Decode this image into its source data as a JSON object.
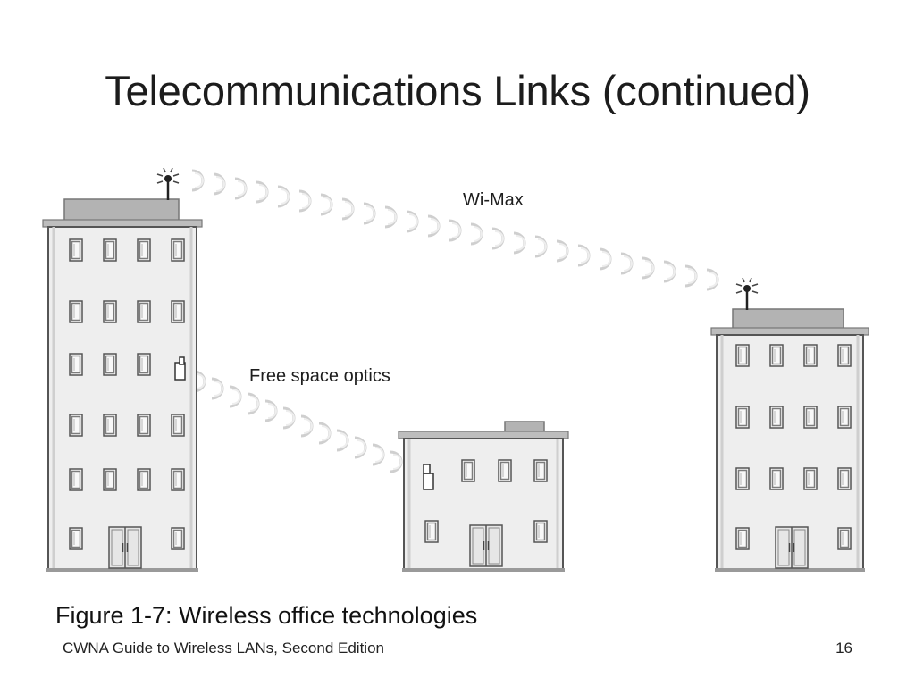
{
  "slide": {
    "title": "Telecommunications Links (continued)",
    "caption": "Figure 1-7: Wireless office technologies",
    "footer_left": "CWNA Guide to Wireless LANs, Second Edition",
    "page_number": "16"
  },
  "figure": {
    "labels": {
      "wimax": "Wi-Max",
      "fso": "Free space optics"
    },
    "icons": [
      "antenna-icon",
      "building-icon",
      "signal-wave-icon",
      "optical-transceiver-icon"
    ],
    "colors": {
      "building_fill": "#eeeeee",
      "building_outline": "#555555",
      "roof": "#b3b3b3",
      "window_dark": "#7d7d7d",
      "window_light": "#f8f8f8",
      "wave": "#cfcfcf"
    }
  }
}
